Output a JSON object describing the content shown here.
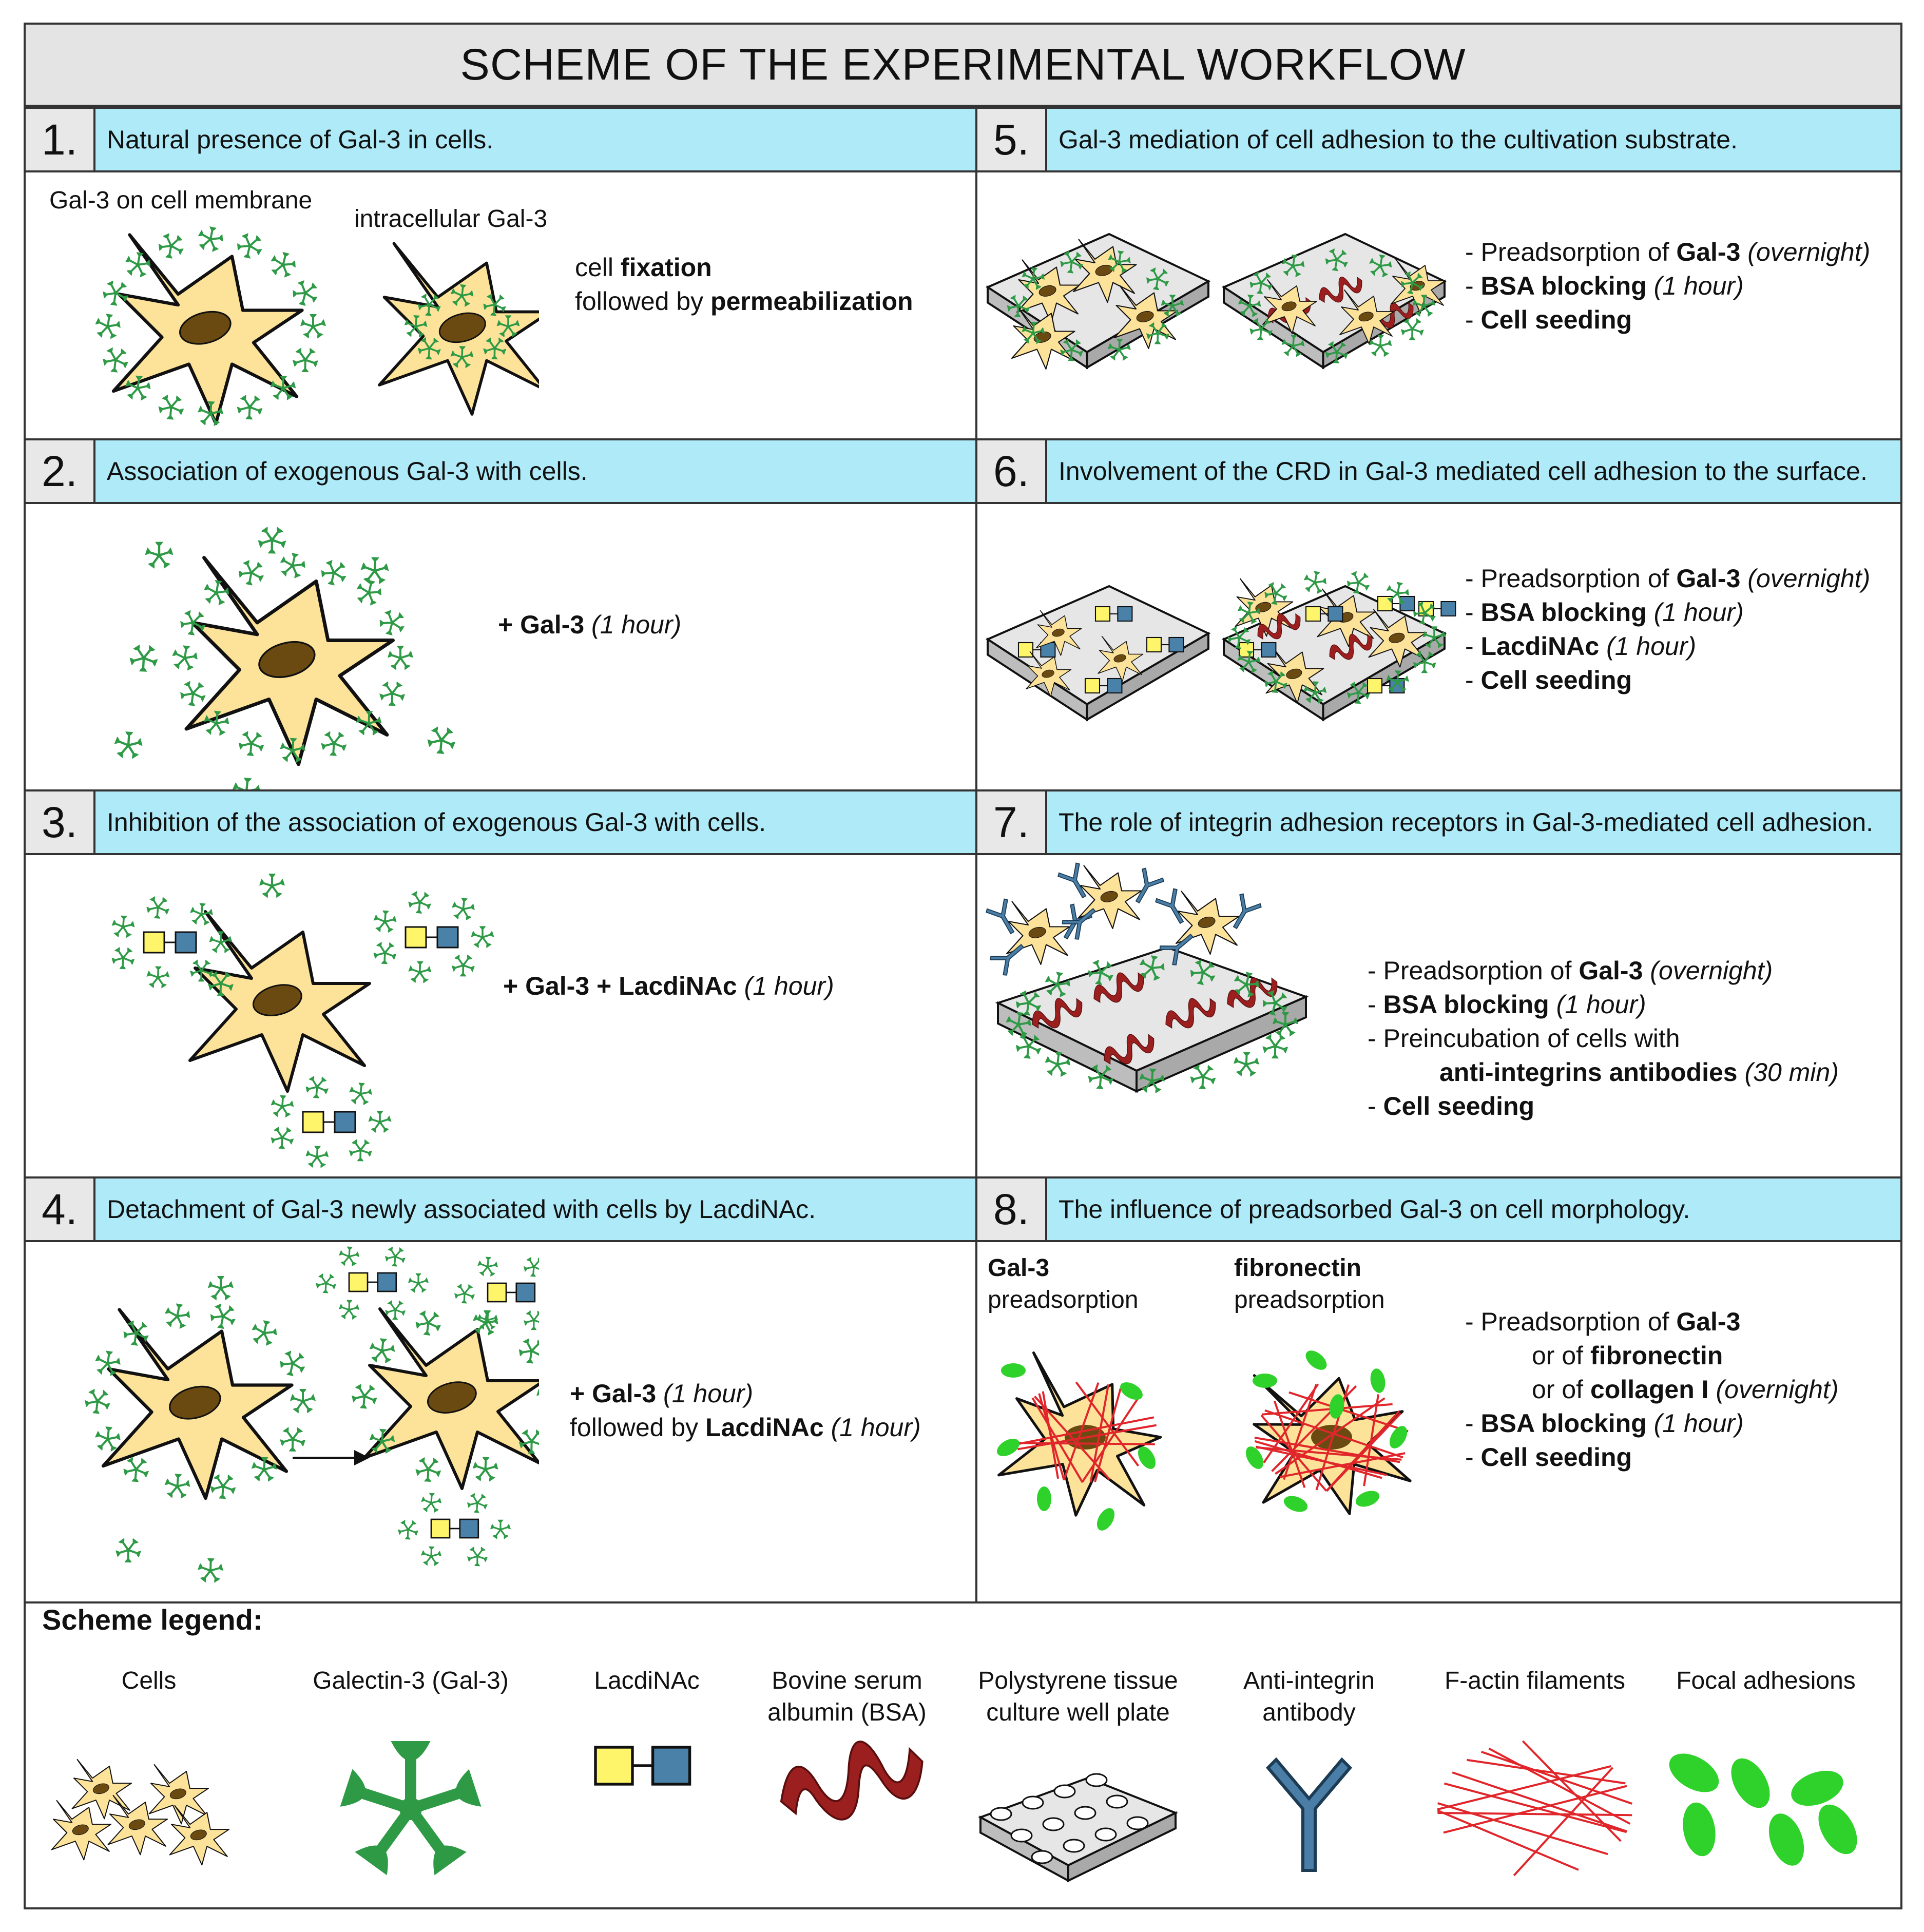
{
  "title": "SCHEME OF THE EXPERIMENTAL WORKFLOW",
  "colors": {
    "cell_fill": "#fde29a",
    "nucleus": "#6b4a12",
    "gal3": "#2e9a46",
    "galactose_square": "#fff56a",
    "glcnac_square": "#4a81a8",
    "bsa": "#9c1f1f",
    "plate": "#d9d9d9",
    "antibody": "#4a7ea6",
    "actin": "#e0262b",
    "focal_adhesion": "#2fd12b",
    "header_blue": "#aeeaf7"
  },
  "panels": [
    {
      "num": "1.",
      "title": "Natural presence of Gal-3 in cells.",
      "label_a": "Gal-3 on cell membrane",
      "label_b": "intracellular Gal-3",
      "text": [
        {
          "pre": "cell ",
          "bold": "fixation",
          "post": "",
          "italic": ""
        },
        {
          "pre": "followed by ",
          "bold": "permeabilization",
          "post": "",
          "italic": ""
        }
      ]
    },
    {
      "num": "2.",
      "title": "Association of exogenous Gal-3 with cells.",
      "text": [
        {
          "pre": "",
          "bold": "+ Gal-3",
          "post": " ",
          "italic": "(1 hour)"
        }
      ]
    },
    {
      "num": "3.",
      "title": "Inhibition of the association of exogenous Gal-3 with cells.",
      "text": [
        {
          "pre": "",
          "bold": "+ Gal-3 + LacdiNAc",
          "post": " ",
          "italic": "(1 hour)"
        }
      ]
    },
    {
      "num": "4.",
      "title": "Detachment of Gal-3 newly associated with cells by LacdiNAc.",
      "text": [
        {
          "pre": "",
          "bold": "+ Gal-3",
          "post": " ",
          "italic": "(1 hour)"
        },
        {
          "pre": "followed by ",
          "bold": "LacdiNAc",
          "post": " ",
          "italic": "(1 hour)"
        }
      ]
    },
    {
      "num": "5.",
      "title": "Gal-3 mediation of cell adhesion to the cultivation substrate.",
      "text": [
        {
          "pre": "- Preadsorption of ",
          "bold": "Gal-3",
          "post": " ",
          "italic": "(overnight)"
        },
        {
          "pre": "- ",
          "bold": "BSA blocking",
          "post": " ",
          "italic": "(1 hour)"
        },
        {
          "pre": "- ",
          "bold": "Cell seeding",
          "post": "",
          "italic": ""
        }
      ]
    },
    {
      "num": "6.",
      "title": "Involvement of the CRD in Gal-3 mediated cell adhesion to the surface.",
      "text": [
        {
          "pre": "- Preadsorption of ",
          "bold": "Gal-3",
          "post": " ",
          "italic": "(overnight)"
        },
        {
          "pre": "- ",
          "bold": "BSA blocking",
          "post": " ",
          "italic": "(1 hour)"
        },
        {
          "pre": "- ",
          "bold": "LacdiNAc",
          "post": " ",
          "italic": "(1 hour)"
        },
        {
          "pre": "- ",
          "bold": "Cell seeding",
          "post": "",
          "italic": ""
        }
      ]
    },
    {
      "num": "7.",
      "title": "The role of integrin adhesion receptors in Gal-3-mediated cell adhesion.",
      "text": [
        {
          "pre": "- Preadsorption of ",
          "bold": "Gal-3",
          "post": " ",
          "italic": "(overnight)"
        },
        {
          "pre": "- ",
          "bold": "BSA blocking",
          "post": " ",
          "italic": "(1 hour)"
        },
        {
          "pre": "- Preincubation of cells with",
          "bold": "",
          "post": "",
          "italic": ""
        },
        {
          "pre": "",
          "bold": "anti-integrins antibodies",
          "post": " ",
          "italic": "(30 min)"
        },
        {
          "pre": "- ",
          "bold": "Cell seeding",
          "post": "",
          "italic": ""
        }
      ]
    },
    {
      "num": "8.",
      "title": "The influence of preadsorbed Gal-3 on cell morphology.",
      "label_a_bold": "Gal-3",
      "label_a": "preadsorption",
      "label_b_bold": "fibronectin",
      "label_b": "preadsorption",
      "text": [
        {
          "pre": "- Preadsorption of ",
          "bold": "Gal-3",
          "post": "",
          "italic": ""
        },
        {
          "pre": "or of ",
          "bold": "fibronectin",
          "post": "",
          "italic": ""
        },
        {
          "pre": "or of ",
          "bold": "collagen I",
          "post": " ",
          "italic": "(overnight)"
        },
        {
          "pre": "- ",
          "bold": "BSA blocking",
          "post": " ",
          "italic": "(1 hour)"
        },
        {
          "pre": "- ",
          "bold": "Cell seeding",
          "post": "",
          "italic": ""
        }
      ]
    }
  ],
  "legend": {
    "title": "Scheme legend:",
    "items": [
      {
        "label1": "Cells",
        "label2": "",
        "icon": "cells-icon"
      },
      {
        "label1": "Galectin-3 (Gal-3)",
        "label2": "",
        "icon": "galectin-icon"
      },
      {
        "label1": "LacdiNAc",
        "label2": "",
        "icon": "lacdinac-icon"
      },
      {
        "label1": "Bovine serum",
        "label2": "albumin (BSA)",
        "icon": "bsa-icon"
      },
      {
        "label1": "Polystyrene tissue",
        "label2": "culture well plate",
        "icon": "well-plate-icon"
      },
      {
        "label1": "Anti-integrin",
        "label2": "antibody",
        "icon": "antibody-icon"
      },
      {
        "label1": "F-actin filaments",
        "label2": "",
        "icon": "actin-icon"
      },
      {
        "label1": "Focal adhesions",
        "label2": "",
        "icon": "focal-adhesion-icon"
      }
    ]
  }
}
